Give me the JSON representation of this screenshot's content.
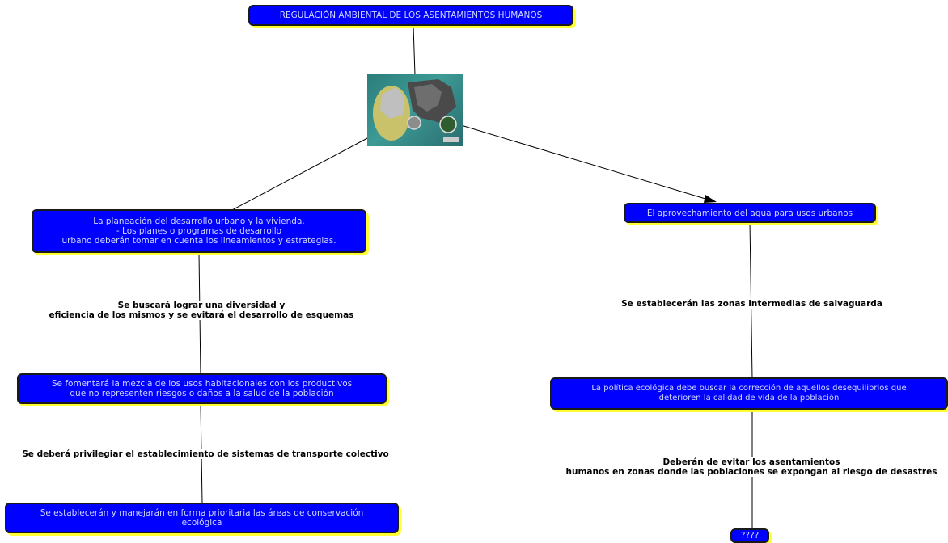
{
  "colors": {
    "node_fill": "#0000ff",
    "node_text": "#cfd8ff",
    "node_shadow": "#ffff33",
    "line": "#000000"
  },
  "image": {
    "icon": "mexico-city-map-image"
  },
  "nodes": {
    "root": "REGULACIÓN AMBIENTAL DE LOS ASENTAMIENTOS HUMANOS",
    "left1": "La planeación del desarrollo urbano y la vivienda.\n- Los planes o programas de desarrollo\nurbano deberán tomar en cuenta los lineamientos y estrategias.",
    "left2": "Se fomentará la mezcla de los usos habitacionales con los productivos\nque no representen riesgos o daños a la salud de la población",
    "left3": "Se establecerán y manejarán en forma prioritaria las áreas de conservación\necológica",
    "right1": "El aprovechamiento del agua para usos urbanos",
    "right2": "La política ecológica debe buscar la corrección de aquellos desequilibrios que\ndeterioren la calidad de vida de la población",
    "right3": "????"
  },
  "labels": {
    "left_a": "Se buscará lograr una diversidad y\neficiencia de los mismos y se evitará el desarrollo de esquemas",
    "left_b": "Se deberá privilegiar el establecimiento de sistemas de transporte colectivo",
    "right_a": "Se establecerán las zonas intermedias de salvaguarda",
    "right_b": "Deberán de evitar los asentamientos\nhumanos en zonas donde las poblaciones se expongan al riesgo de desastres"
  }
}
